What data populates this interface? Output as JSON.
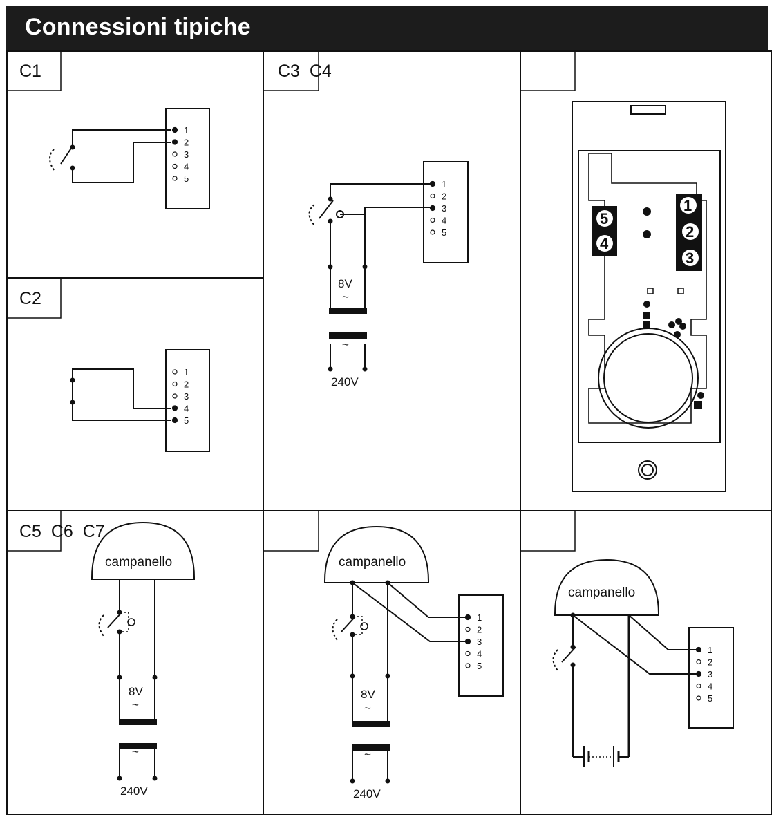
{
  "header": {
    "title": "Connessioni tipiche"
  },
  "panels": {
    "c1": {
      "label": "C1"
    },
    "c2": {
      "label": "C2"
    },
    "c3c4": {
      "label": "C3  C4"
    },
    "c5c6c7": {
      "label": "C5  C6  C7"
    }
  },
  "terminals": [
    "1",
    "2",
    "3",
    "4",
    "5"
  ],
  "voltages": {
    "low": "8V",
    "high": "240V",
    "ac_symbol": "~"
  },
  "bell_label": "campanello",
  "device_terminals": [
    "1",
    "2",
    "3",
    "4",
    "5"
  ]
}
